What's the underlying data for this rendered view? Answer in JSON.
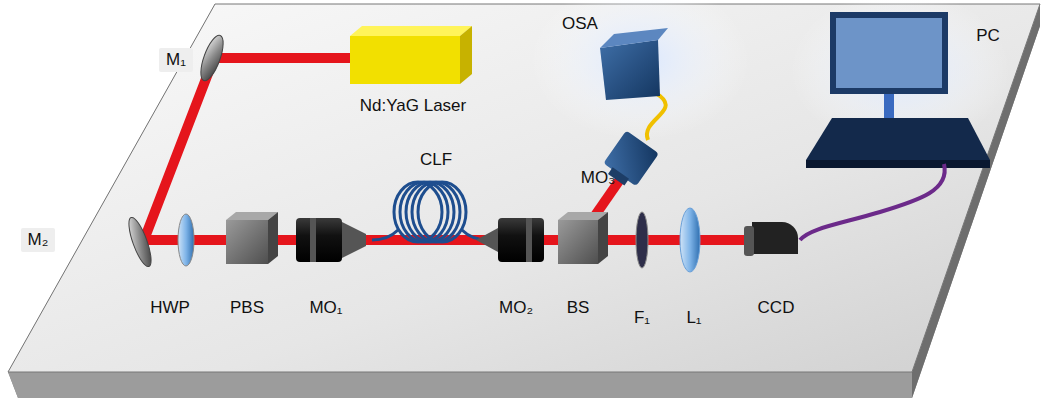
{
  "diagram": {
    "labels": [
      "M₁",
      "Nd:YaG Laser",
      "M₂",
      "CLF",
      "OSA",
      "PC",
      "MO₃",
      "HWP",
      "PBS",
      "MO₁",
      "MO₂",
      "BS",
      "F₁",
      "L₁",
      "CCD"
    ]
  }
}
